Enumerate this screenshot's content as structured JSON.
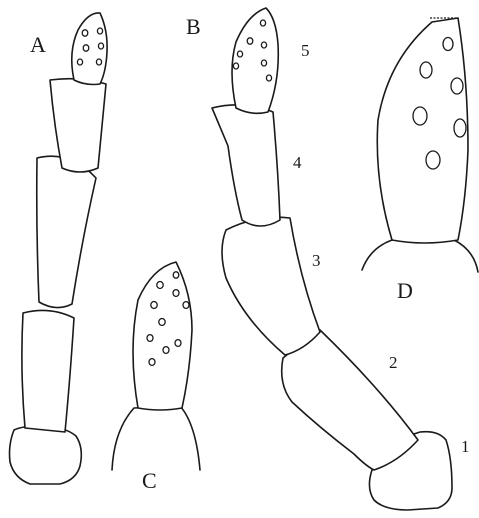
{
  "panels": {
    "a": {
      "label": "A"
    },
    "b": {
      "label": "B",
      "segment_numbers": [
        "5",
        "4",
        "3",
        "2",
        "1"
      ]
    },
    "c": {
      "label": "C"
    },
    "d": {
      "label": "D"
    }
  },
  "colors": {
    "ink": "#1a1a1a",
    "paper": "#ffffff"
  }
}
